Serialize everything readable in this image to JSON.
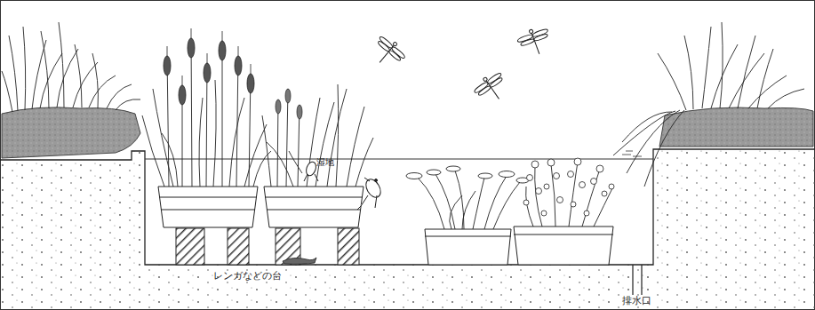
{
  "diagram": {
    "labels": [
      "湿地",
      "レンガなどの台",
      "排水口"
    ]
  }
}
